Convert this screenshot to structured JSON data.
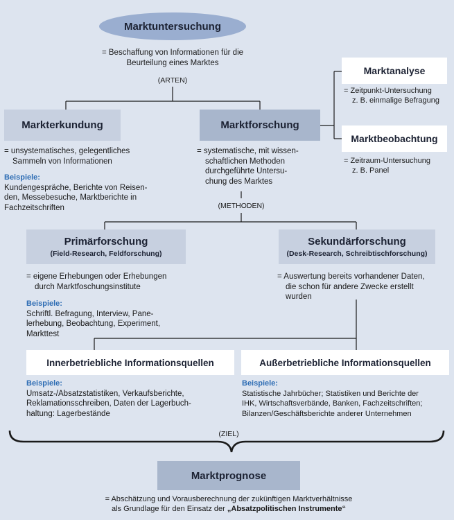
{
  "root": {
    "title": "Marktuntersuchung",
    "definition_line1": "= Beschaffung von Informationen für die",
    "definition_line2": "Beurteilung eines Marktes",
    "types_caption": "(ARTEN)"
  },
  "marktanalyse": {
    "title": "Marktanalyse",
    "line1": "= Zeitpunkt-Untersuchung",
    "line2": "z. B. einmalige Befragung"
  },
  "marktbeobachtung": {
    "title": "Marktbeobachtung",
    "line1": "= Zeitraum-Untersuchung",
    "line2": "z. B. Panel"
  },
  "markterkundung": {
    "title": "Markterkundung",
    "def1": "= unsystematisches, gelegentliches",
    "def2": "Sammeln von Informationen",
    "examples_label": "Beispiele:",
    "ex1": "Kundengespräche, Berichte von Reisen-",
    "ex2": "den, Messebesuche, Marktberichte in",
    "ex3": "Fachzeitschriften"
  },
  "marktforschung": {
    "title": "Marktforschung",
    "def1": "= systematische, mit wissen-",
    "def2": "schaftlichen Methoden",
    "def3": "durchgeführte Untersu-",
    "def4": "chung des Marktes",
    "methods_caption": "(METHODEN)"
  },
  "primaer": {
    "title": "Primärforschung",
    "subtitle": "(Field-Research, Feldforschung)",
    "def1": "= eigene Erhebungen oder Erhebungen",
    "def2": "durch Marktfoschungsinstitute",
    "examples_label": "Beispiele:",
    "ex1": "Schriftl. Befragung, Interview, Pane-",
    "ex2": "lerhebung, Beobachtung, Experiment,",
    "ex3": "Markttest"
  },
  "sekundaer": {
    "title": "Sekundärforschung",
    "subtitle": "(Desk-Research, Schreibtischforschung)",
    "def1": "= Auswertung bereits vorhandener Daten,",
    "def2": "die schon für andere Zwecke erstellt",
    "def3": "wurden"
  },
  "inner": {
    "title": "Innerbetriebliche Informationsquellen",
    "examples_label": "Beispiele:",
    "ex1": "Umsatz-/Absatzstatistiken, Verkaufsberichte,",
    "ex2": "Reklamationsschreiben, Daten der Lagerbuch-",
    "ex3": "haltung: Lagerbestände"
  },
  "ausser": {
    "title": "Außerbetriebliche Informationsquellen",
    "examples_label": "Beispiele:",
    "ex1": "Statistische Jahrbücher; Statistiken und Berichte der",
    "ex2": "IHK, Wirtschaftsverbände, Banken, Fachzeitschriften;",
    "ex3": "Bilanzen/Geschäftsberichte anderer Unternehmen"
  },
  "goal_caption": "(ZIEL)",
  "prognose": {
    "title": "Marktprognose",
    "line1": "= Abschätzung und Vorausberechnung der zukünftigen Marktverhältnisse",
    "line2_prefix": "als Grundlage für den Einsatz der ",
    "line2_bold": "„Absatzpolitischen Instrumente“"
  },
  "colors": {
    "background": "#dde4ef",
    "ellipse": "#9aaed0",
    "box_dark": "#a8b6cc",
    "box_light": "#c7d0e0",
    "examples_label": "#2e6db4",
    "lines": "#1a1a1a"
  }
}
